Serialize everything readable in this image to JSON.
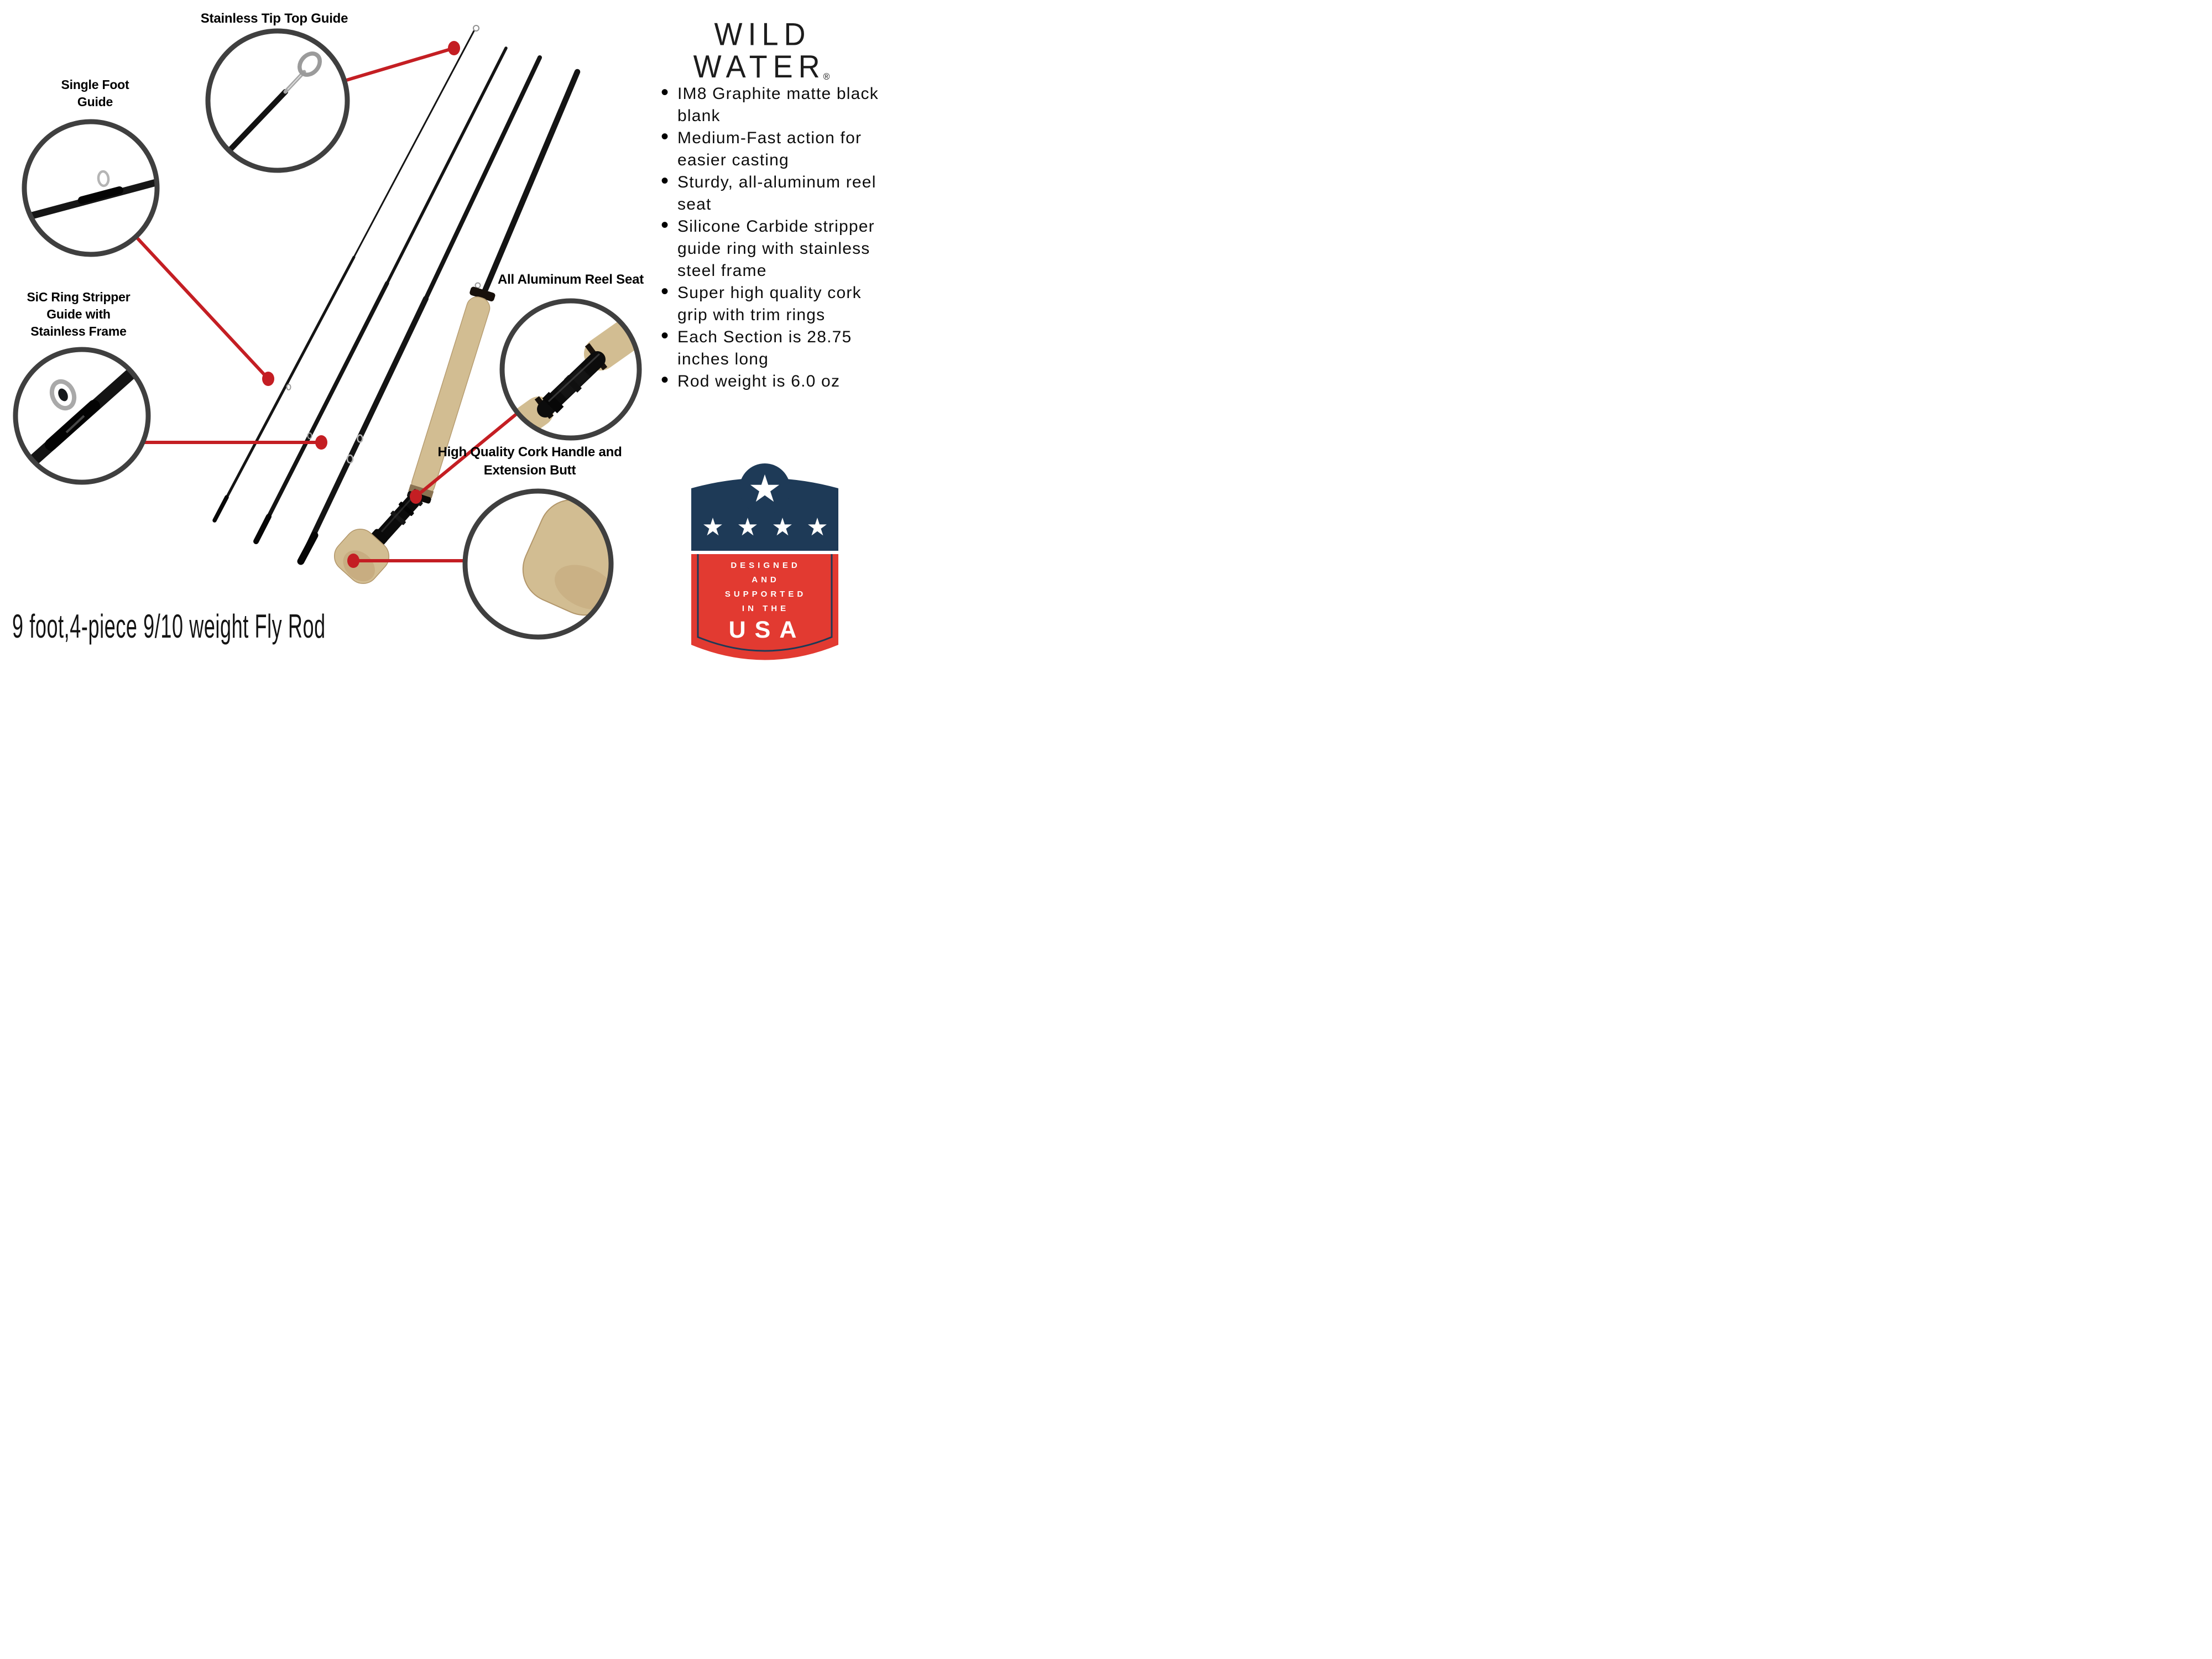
{
  "caption": "9 foot,4-piece 9/10 weight Fly Rod",
  "logo": {
    "line1": "WILD",
    "line2": "WATER",
    "registered_mark": "®"
  },
  "callouts": {
    "tip_top": {
      "label": "Stainless Tip Top Guide"
    },
    "single_foot": {
      "lines": [
        "Single Foot",
        "Guide"
      ]
    },
    "sic": {
      "lines": [
        "SiC Ring Stripper",
        "Guide with",
        "Stainless Frame"
      ]
    },
    "reel_seat": {
      "label": "All Aluminum Reel Seat"
    },
    "cork": {
      "lines": [
        "High Quality Cork Handle and",
        "Extension Butt"
      ]
    }
  },
  "features": {
    "items": [
      "IM8 Graphite matte black blank",
      "Medium-Fast action for easier casting",
      "Sturdy, all-aluminum reel seat",
      "Silicone Carbide stripper guide ring with stainless steel frame",
      "Super high quality cork grip with trim rings",
      "Each Section is 28.75 inches long",
      "Rod weight is 6.0 oz"
    ]
  },
  "badge": {
    "line1": "DESIGNED",
    "line2": "AND",
    "line3": "SUPPORTED",
    "line4": "IN THE",
    "usa": "USA",
    "star": "★"
  },
  "colors": {
    "leader_red": "#c41e23",
    "badge_red": "#e23a31",
    "badge_navy": "#1e3a57",
    "circle_ring_gray": "#3f3f3f",
    "cork_tan": "#d2bd92",
    "rod_black": "#141414"
  }
}
